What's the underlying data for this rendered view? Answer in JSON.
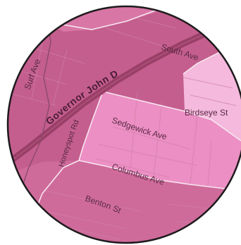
{
  "map": {
    "colors": {
      "background": "#ffffff",
      "district_dark": "#c45e8e",
      "district_mid": "#d876a6",
      "district_light": "#ec8fc4",
      "district_pale": "#f4b9dc",
      "highway": "#9a3f68",
      "road": "#e6bfd3",
      "minor_road": "#cf7fa8",
      "boundary_line": "#f7e6ef",
      "frame": "#1e1a1c",
      "label": "#5a2a44"
    },
    "labels": {
      "governor": "Governor John D",
      "south_ave": "South Ave",
      "birdseye": "Birdseye St",
      "sedgewick": "Sedgewick Ave",
      "columbus": "Columbus Ave",
      "benton": "Benton St",
      "surf": "Surf Ave",
      "honeyspot": "Honeyspot Rd"
    }
  }
}
